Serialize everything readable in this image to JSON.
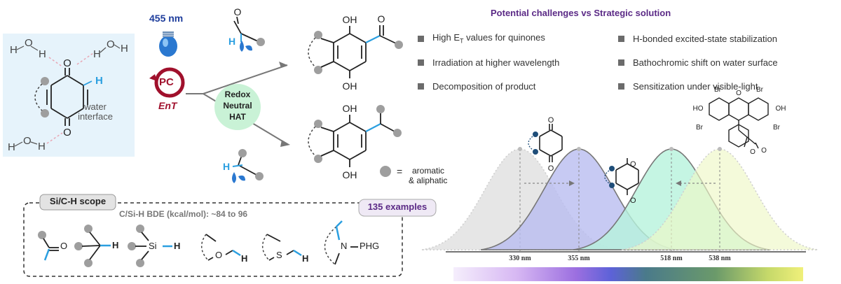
{
  "left_panel": {
    "label_water_interface": "water\ninterface",
    "water_molecules": [
      "H",
      "O",
      "H"
    ],
    "ring_atoms": {
      "top_O": "O",
      "bottom_O": "O",
      "ring_H": "H"
    }
  },
  "light": {
    "wavelength": "455 nm"
  },
  "catalyst": {
    "pc_label": "PC",
    "process_label": "EnT"
  },
  "center_badge": {
    "line1": "Redox",
    "line2": "Neutral",
    "line3": "HAT"
  },
  "products": {
    "top": {
      "oh_top": "OH",
      "oh_bottom": "OH",
      "carbonyl_o": "O"
    },
    "bottom": {
      "oh_top": "OH",
      "oh_bottom": "OH"
    },
    "reagent_top_h": "H",
    "reagent_bottom_h": "H"
  },
  "legend": {
    "equals": "=",
    "line1": "aromatic",
    "line2": "& aliphatic"
  },
  "scope": {
    "title": "Si/C-H scope",
    "bde": "C/Si-H BDE (kcal/mol): ~84 to 96",
    "examples": "135 examples",
    "structures": [
      {
        "name": "aldehyde",
        "labels": [
          "O"
        ]
      },
      {
        "name": "alkyl",
        "labels": [
          "H"
        ]
      },
      {
        "name": "silane",
        "labels": [
          "Si",
          "H"
        ]
      },
      {
        "name": "ether",
        "labels": [
          "O",
          "H"
        ]
      },
      {
        "name": "thioether",
        "labels": [
          "S",
          "H"
        ]
      },
      {
        "name": "amine",
        "labels": [
          "N",
          "PHG"
        ]
      }
    ]
  },
  "challenges": {
    "heading": "Potential challenges vs Strategic solution",
    "left": [
      {
        "text": "High E",
        "sub": "T",
        "rest": " values for quinones"
      },
      {
        "text": "Irradiation at higher wavelength"
      },
      {
        "text": "Decomposition of product"
      }
    ],
    "right": [
      {
        "text": "H-bonded excited-state stabilization"
      },
      {
        "text": "Bathochromic shift on water surface"
      },
      {
        "text": "Sensitization under visible-light"
      }
    ]
  },
  "chart_data": {
    "type": "area",
    "title": "",
    "xlabel": "",
    "ylabel": "",
    "x_unit": "nm",
    "peaks_nm": [
      330,
      355,
      518,
      538
    ],
    "tick_labels": [
      "330 nm",
      "355 nm",
      "518 nm",
      "538 nm"
    ],
    "series": [
      {
        "peak": 330,
        "style": "dotted",
        "color": "#d9d9d9"
      },
      {
        "peak": 355,
        "style": "solid",
        "color": "#b9bdf0"
      },
      {
        "peak": 518,
        "style": "solid",
        "color": "#b6f2dc"
      },
      {
        "peak": 538,
        "style": "dotted",
        "color": "#eef7c6"
      }
    ],
    "shifts": [
      {
        "from": 330,
        "to": 355,
        "direction": "right"
      },
      {
        "from": 538,
        "to": 518,
        "direction": "left"
      }
    ],
    "eosin_labels": [
      "Br",
      "Br",
      "Br",
      "Br",
      "HO",
      "OH",
      "O",
      "O",
      "O"
    ],
    "quinone_labels": [
      "O",
      "O"
    ],
    "semiquinone_labels": [
      "O",
      "O"
    ]
  },
  "colors": {
    "accent_blue": "#2b9fe0",
    "panel_bg": "#e6f3fb",
    "pc_red": "#a0102c",
    "heading_purple": "#5b2a86",
    "badge_green": "#c9f2d6",
    "examples_purple": "#5b2a86",
    "gray_ball": "#9e9e9e",
    "bulb_blue": "#2a78d0",
    "nm_text_blue": "#1e3d9c"
  }
}
